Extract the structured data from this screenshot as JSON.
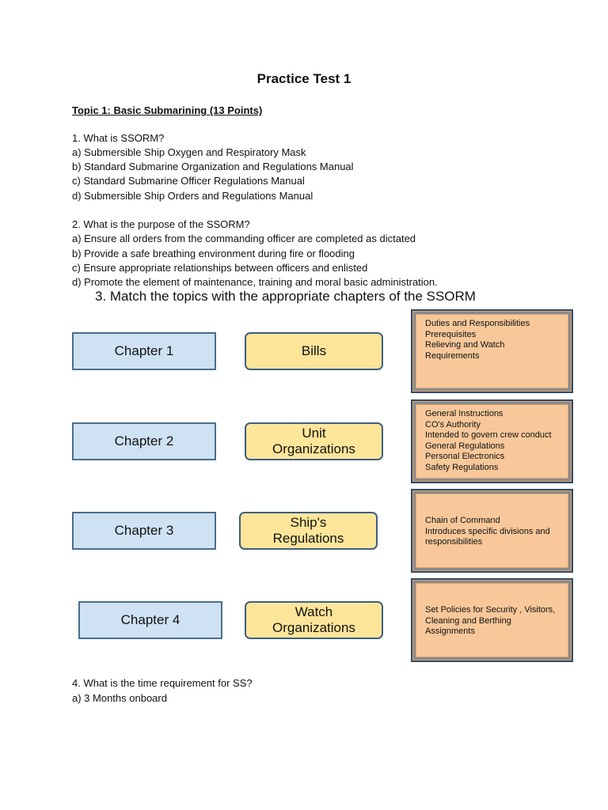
{
  "title": "Practice Test 1",
  "topic": "Topic 1: Basic Submarining (13 Points)",
  "q1": {
    "question": "1. What is SSORM?",
    "options": [
      "a) Submersible Ship Oxygen and Respiratory Mask",
      "b) Standard Submarine Organization and Regulations Manual",
      "c) Standard Submarine Officer Regulations Manual",
      "d) Submersible Ship Orders and Regulations Manual"
    ]
  },
  "q2": {
    "question": "2. What is the purpose of the SSORM?",
    "options": [
      "a) Ensure all orders from the commanding officer are completed as dictated",
      "b) Provide a safe breathing environment during fire or flooding",
      "c) Ensure appropriate relationships between officers and enlisted",
      "d) Promote the element of maintenance, training and moral basic administration."
    ]
  },
  "q3": {
    "question": "3. Match the topics with the appropriate chapters of the SSORM",
    "chapters": [
      "Chapter 1",
      "Chapter 2",
      "Chapter 3",
      "Chapter 4"
    ],
    "topics": [
      "Bills",
      "Unit\nOrganizations",
      "Ship's\nRegulations",
      "Watch\nOrganizations"
    ],
    "descriptions": [
      [
        "Duties and Responsibilities",
        "Prerequisites",
        "Relieving and Watch",
        "Requirements"
      ],
      [
        "General Instructions",
        "CO's Authority",
        "Intended to govern crew conduct",
        "General Regulations",
        "Personal Electronics",
        "Safety Regulations"
      ],
      [
        "Chain of Command",
        "Introduces specific divisions and",
        "responsibilities"
      ],
      [
        "Set Policies for Security , Visitors,",
        "Cleaning and Berthing",
        "Assignments"
      ]
    ]
  },
  "q4": {
    "question": "4. What is the time requirement for SS?",
    "options": [
      "a) 3 Months onboard"
    ]
  },
  "colors": {
    "chapter_fill": "#cfe2f3",
    "topic_fill": "#fde59a",
    "description_fill": "#f8c89a"
  }
}
